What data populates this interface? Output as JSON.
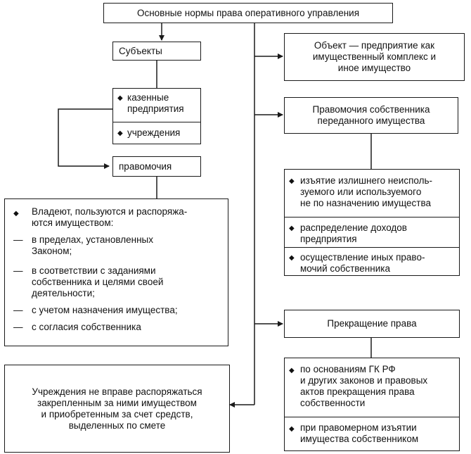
{
  "title": "Основные нормы права оперативного управления",
  "subjects": {
    "label": "Субъекты",
    "items": [
      "казенные\nпредприятия",
      "учреждения"
    ]
  },
  "powers": {
    "label": "правомочия"
  },
  "powers_desc": {
    "lead": "Владеют, пользуются и распоряжа-\nются имуществом:",
    "items": [
      "в пределах, установленных\nЗаконом;",
      "в соответствии с заданиями\nсобственника и целями своей\nдеятельности;",
      "с учетом назначения имущества;",
      "с согласия собственника"
    ]
  },
  "institutions_note": "Учреждения не вправе распоряжаться\nзакрепленным за ними имуществом\nи приобретенным за счет средств,\nвыделенных по смете",
  "object": "Объект — предприятие как\nимущественный комплекс и\nиное имущество",
  "owner_powers": {
    "label": "Правомочия собственника\nпереданного имущества",
    "items": [
      "изъятие излишнего неисполь-\nзуемого или используемого\nне по назначению имущества",
      "распределение доходов\nпредприятия",
      "осуществление иных право-\nмочий собственника"
    ]
  },
  "termination": {
    "label": "Прекращение права",
    "items": [
      "по основаниям ГК РФ\nи других законов и правовых\nактов прекращения права\nсобственности",
      "при правомерном изъятии\nимущества собственником"
    ]
  },
  "symbols": {
    "bullet": "◆",
    "dash": "—"
  }
}
